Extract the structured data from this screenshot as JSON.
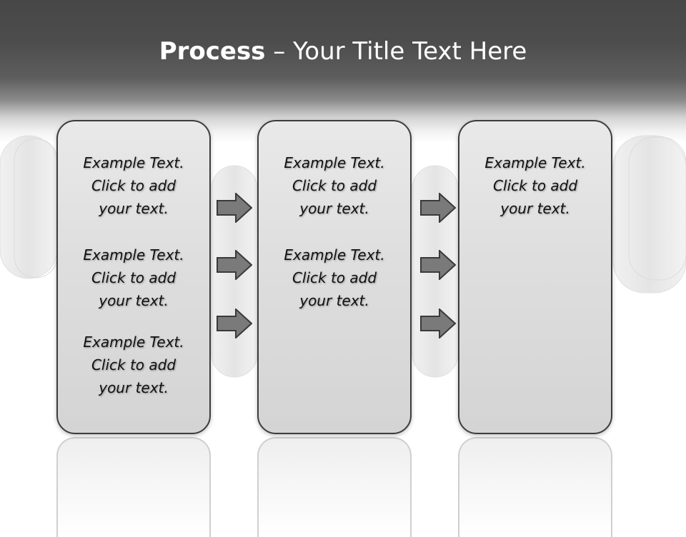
{
  "title": {
    "strong": "Process",
    "rest": " – Your Title Text Here"
  },
  "columns": [
    {
      "blocks": [
        {
          "line1": "Example Text.",
          "line2": "Click  to add",
          "line3": "your text."
        },
        {
          "line1": "Example Text.",
          "line2": "Click  to add",
          "line3": "your text."
        },
        {
          "line1": "Example Text.",
          "line2": "Click  to add",
          "line3": "your text."
        }
      ]
    },
    {
      "blocks": [
        {
          "line1": "Example Text.",
          "line2": "Click  to add",
          "line3": "your text."
        },
        {
          "line1": "Example Text.",
          "line2": "Click  to add",
          "line3": "your text."
        }
      ]
    },
    {
      "blocks": [
        {
          "line1": "Example Text.",
          "line2": "Click  to add",
          "line3": "your text."
        }
      ]
    }
  ],
  "arrows": [
    {
      "icon": "right-arrow-icon"
    },
    {
      "icon": "right-arrow-icon"
    },
    {
      "icon": "right-arrow-icon"
    }
  ],
  "colors": {
    "header": "#474747",
    "box_fill": "#dedede",
    "box_border": "#3c3c3c",
    "arrow_fill": "#7a7a7a"
  }
}
